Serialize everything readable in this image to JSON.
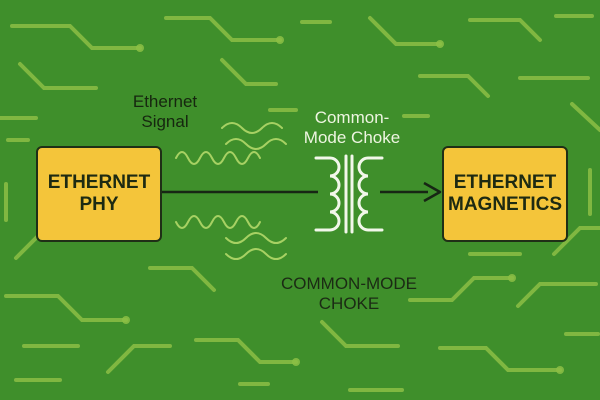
{
  "colors": {
    "background": "#3f8f2b",
    "trace": "#8cbf45",
    "box_fill": "#f4c53a",
    "box_border": "#1f2f16",
    "signal_wave": "#a7d163",
    "choke_coil": "#f2f7ea",
    "arrow": "#172614",
    "light_label": "#e8f2d8",
    "dark_label": "#1b2a14"
  },
  "diagram": {
    "signal_label": "Ethernet\nSignal",
    "choke_label_top": "Common-\nMode Choke",
    "choke_label_bottom": "COMMON-MODE\nCHOKE",
    "blocks": {
      "phy": "ETHERNET\nPHY",
      "magnetics": "ETHERNET\nMAGNETICS"
    },
    "icons": {
      "choke": "common-mode-choke-icon",
      "arrow": "arrow-right-icon",
      "wave": "signal-wave-icon"
    }
  }
}
